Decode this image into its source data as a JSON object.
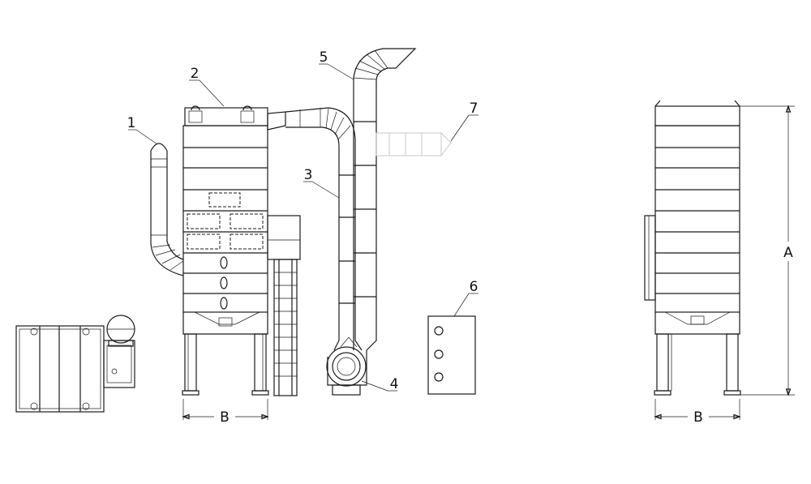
{
  "diagram": {
    "callouts": [
      {
        "id": "c1",
        "text": "1"
      },
      {
        "id": "c2",
        "text": "2"
      },
      {
        "id": "c3",
        "text": "3"
      },
      {
        "id": "c4",
        "text": "4"
      },
      {
        "id": "c5",
        "text": "5"
      },
      {
        "id": "c6",
        "text": "6"
      },
      {
        "id": "c7",
        "text": "7"
      }
    ],
    "dimensions": {
      "front_width": "B",
      "side_width": "B",
      "side_height": "A"
    }
  }
}
